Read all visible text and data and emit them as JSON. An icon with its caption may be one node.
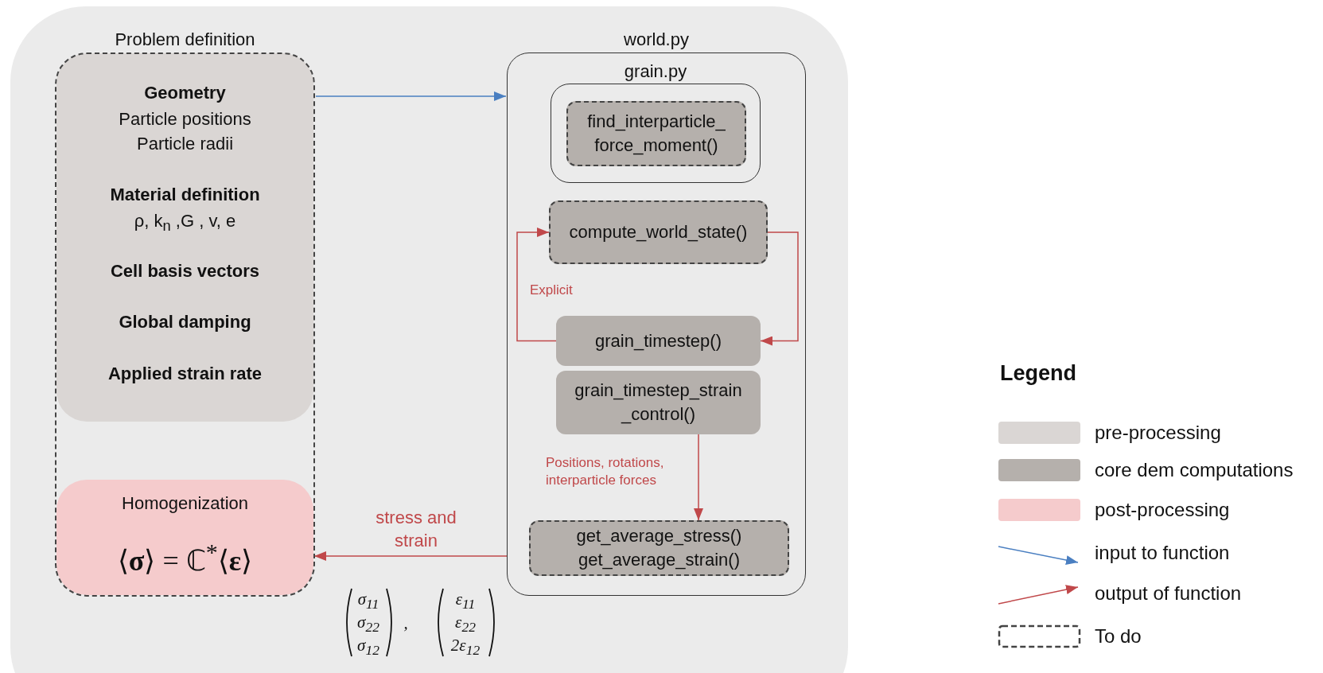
{
  "diagram": {
    "nodes": [
      {
        "text": [
          "Problem definition"
        ]
      },
      {
        "text": [
          "Geometry",
          "Particle positions",
          "Particle radii",
          "Material definition",
          "ρ, k$_{n}$ ,G , v, e",
          "Cell basis vectors",
          "Global damping",
          "Applied strain rate"
        ],
        "in": 0
      },
      {
        "text": [
          "Homogenization",
          "⟨**σ**⟩ = ℂ$^{*}$⟨**ε**⟩"
        ],
        "in": 0
      },
      {
        "text": [
          "world.py"
        ]
      },
      {
        "text": [
          "grain.py"
        ],
        "in": 3
      },
      {
        "text": [
          "find_interparticle_ force_moment()"
        ],
        "in": 4
      },
      {
        "text": [
          "compute_world_state()"
        ],
        "in": 3
      },
      {
        "text": [
          "grain_timestep()"
        ],
        "in": 3
      },
      {
        "text": [
          "grain_timestep_strain _control()"
        ],
        "in": 3
      },
      {
        "text": [
          "get_average_stress()",
          "get_average_strain()"
        ],
        "in": 3
      }
    ],
    "edges": [
      {
        "from": 0,
        "to": 3,
        "arrow": "to",
        "color": "#4a7fc1"
      },
      {
        "from": 7,
        "to": 6,
        "arrow": "to",
        "label": "Explicit"
      },
      {
        "from": 6,
        "to": 7,
        "arrow": "to"
      },
      {
        "from": 8,
        "to": 9,
        "arrow": "to",
        "label": "Positions, rotations, interparticle forces"
      },
      {
        "from": 3,
        "to": 2,
        "arrow": "to",
        "label": "stress and strain"
      }
    ],
    "labels": [
      "Legend",
      "σ$_{11}$",
      "σ$_{22}$",
      "σ$_{12}$",
      ",",
      "ε$_{11}$",
      "ε$_{22}$",
      "2ε$_{12}$"
    ],
    "legend": [
      {
        "text": "pre-processing",
        "color": "#dad6d4"
      },
      {
        "text": "core dem computations",
        "color": "#b5b0ac"
      },
      {
        "text": "post-processing",
        "color": "#f5cbcc"
      },
      {
        "text": "input to function"
      },
      {
        "text": "output of function"
      },
      {
        "text": "To do"
      }
    ]
  }
}
